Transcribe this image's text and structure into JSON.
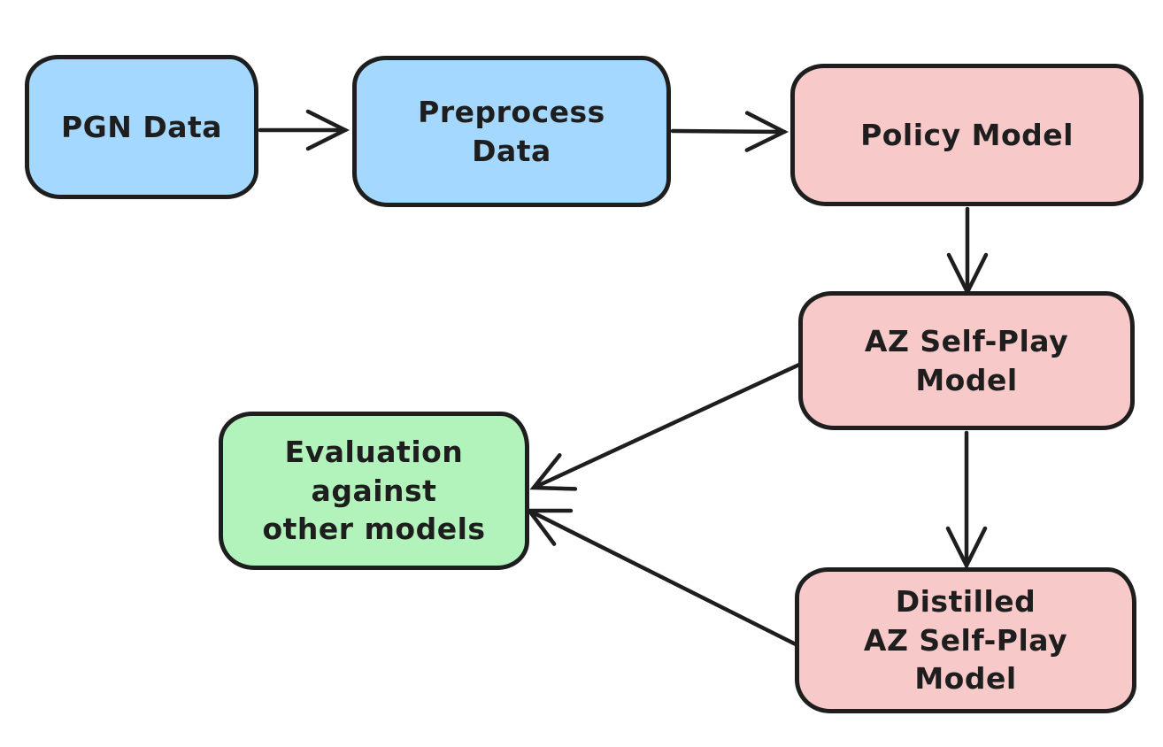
{
  "diagram": {
    "background_color": "#ffffff",
    "stroke_color": "#1e1e1e",
    "node_fill_blue": "#a5d8ff",
    "node_fill_pink": "#f8c9c9",
    "node_fill_green": "#b2f2bb",
    "nodes": [
      {
        "id": "pgn-data",
        "label": "PGN Data",
        "fill": "#a5d8ff"
      },
      {
        "id": "preprocess-data",
        "label": "Preprocess\nData",
        "fill": "#a5d8ff"
      },
      {
        "id": "policy-model",
        "label": "Policy Model",
        "fill": "#f8c9c9"
      },
      {
        "id": "az-self-play-model",
        "label": "AZ Self-Play\nModel",
        "fill": "#f8c9c9"
      },
      {
        "id": "distilled-az-self-play-model",
        "label": "Distilled\nAZ Self-Play\nModel",
        "fill": "#f8c9c9"
      },
      {
        "id": "evaluation",
        "label": "Evaluation\nagainst\nother models",
        "fill": "#b2f2bb"
      }
    ],
    "edges": [
      {
        "from": "pgn-data",
        "to": "preprocess-data"
      },
      {
        "from": "preprocess-data",
        "to": "policy-model"
      },
      {
        "from": "policy-model",
        "to": "az-self-play-model"
      },
      {
        "from": "az-self-play-model",
        "to": "distilled-az-self-play-model"
      },
      {
        "from": "az-self-play-model",
        "to": "evaluation"
      },
      {
        "from": "distilled-az-self-play-model",
        "to": "evaluation"
      }
    ]
  }
}
